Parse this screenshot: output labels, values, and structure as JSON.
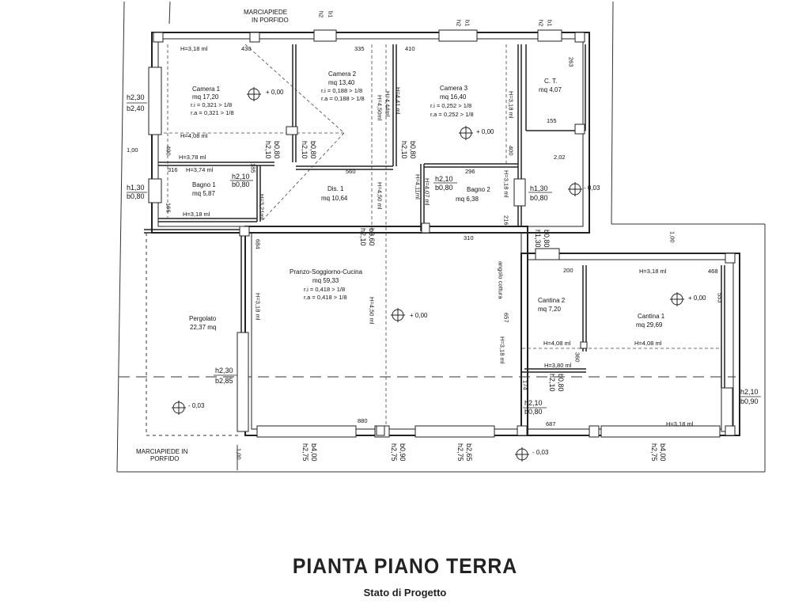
{
  "title": "PIANTA PIANO TERRA",
  "subtitle": "Stato di Progetto",
  "street_labels": {
    "top_line1": "MARCIAPIEDE",
    "top_line2": "IN PORFIDO",
    "bottom_line1": "MARCIAPIEDE IN",
    "bottom_line2": "PORFIDO"
  },
  "rooms": {
    "camera1": {
      "name": "Camera 1",
      "area": "mq 17,20",
      "ri": "r.i = 0,321 > 1/8",
      "ra": "r.a = 0,321 > 1/8"
    },
    "camera2": {
      "name": "Camera 2",
      "area": "mq 13,40",
      "ri": "r.i = 0,188 > 1/8",
      "ra": "r.a = 0,188 > 1/8"
    },
    "camera3": {
      "name": "Camera 3",
      "area": "mq 16,40",
      "ri": "r.i = 0,252 > 1/8",
      "ra": "r.a = 0,252 > 1/8"
    },
    "ct": {
      "name": "C. T.",
      "area": "mq 4,07"
    },
    "bagno1": {
      "name": "Bagno 1",
      "area": "mq 5,87"
    },
    "dis1": {
      "name": "Dis. 1",
      "area": "mq 10,64"
    },
    "bagno2": {
      "name": "Bagno 2",
      "area": "mq 6,38"
    },
    "pranzo": {
      "name": "Pranzo-Soggiorno-Cucina",
      "area": "mq 59,33",
      "ri": "r.i = 0,418 > 1/8",
      "ra": "r.a = 0,418 > 1/8"
    },
    "pergolato": {
      "name": "Pergolato",
      "area": "22,37 mq"
    },
    "cantina1": {
      "name": "Cantina 1",
      "area": "mq 29,69"
    },
    "cantina2": {
      "name": "Cantina 2",
      "area": "mq 7,20"
    }
  },
  "levels": {
    "zero": "+ 0,00",
    "minus": "- 0,03"
  },
  "heights": {
    "h318": "H=3,18 ml",
    "h408": "H=4,08 ml",
    "h378": "H=3,78 ml",
    "h374": "H=3,74 ml",
    "h450": "H=4,50 ml",
    "h444": "H=4,44ml",
    "h441": "H=4,41 ml",
    "h411": "H=4,11ml",
    "h407": "H=4,07 ml",
    "h321": "H=3,21ml",
    "h380": "H=3,80 ml",
    "h450b": "H=4,50ml"
  },
  "openings": {
    "h230": "h2,30",
    "b240": "b2,40",
    "h130": "h1,30",
    "b080": "b0,80",
    "h210": "h2,10",
    "b360": "b3,60",
    "b285": "b2,85",
    "b090": "b0,90",
    "h275": "h2,75",
    "b400": "b4,00",
    "b265": "b2,65",
    "h2": "h2",
    "b1": "b1"
  },
  "dimensions": {
    "d430": "430",
    "d335": "335",
    "d410": "410",
    "d263": "263",
    "d155": "155",
    "d400": "400",
    "d316": "316",
    "d185": "185",
    "d560": "560",
    "d296": "296",
    "d166": "166",
    "d216": "216",
    "d310": "310",
    "d684": "684",
    "d200": "200",
    "d468": "468",
    "d553": "553",
    "d657": "657",
    "d360": "360",
    "d174": "174",
    "d880": "880",
    "d687": "687",
    "d100": "1,00",
    "d202": "2,02"
  },
  "annotations": {
    "angolo": "angolo cottura"
  }
}
